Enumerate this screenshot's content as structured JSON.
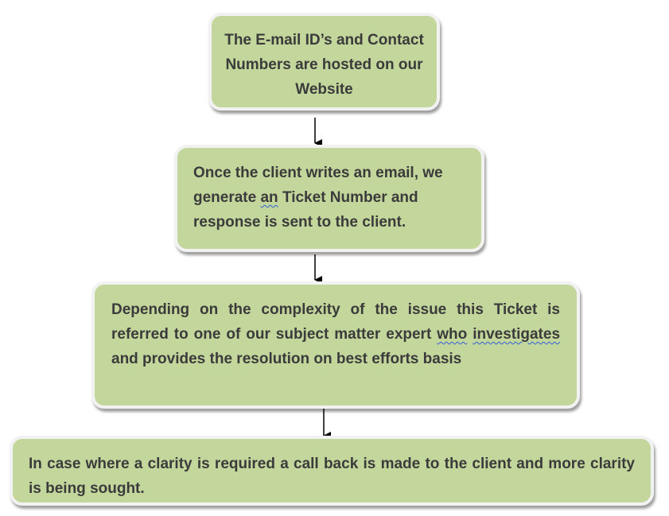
{
  "steps": [
    {
      "id": "step-1",
      "text": "The E-mail ID’s and Contact Numbers are hosted on our Website"
    },
    {
      "id": "step-2",
      "text_before": "Once the client writes an email, we generate ",
      "text_spell": "an",
      "text_after": " Ticket Number and response is sent to the client."
    },
    {
      "id": "step-3",
      "text_before": "Depending on the complexity of the issue this Ticket is referred to one of our subject matter expert ",
      "text_spell1": "who",
      "text_mid": " ",
      "text_spell2": "investigates",
      "text_after": " and provides the resolution on best efforts basis"
    },
    {
      "id": "step-4",
      "text": "In case where a clarity is required a call back is made to the client and more clarity is being sought."
    }
  ],
  "colors": {
    "box_fill": "#c3d69b",
    "box_border": "#f2f2f2",
    "text": "#3b3b3b",
    "arrow": "#000000",
    "spellcheck": "#2f5fd9"
  }
}
